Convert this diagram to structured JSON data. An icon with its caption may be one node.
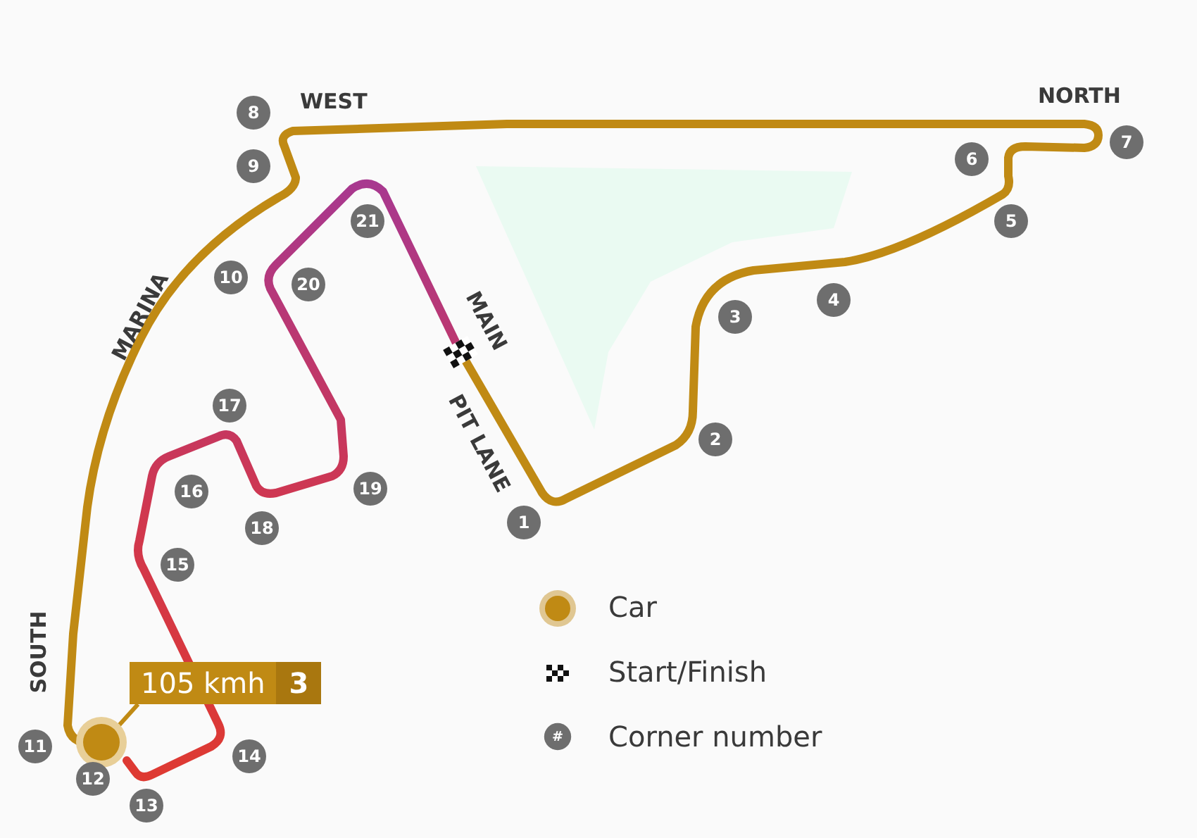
{
  "diagram": {
    "nodes": [
      {
        "text": [
          "105 kmh",
          "3"
        ]
      },
      {
        "text": [],
        "shape": "circle"
      }
    ],
    "edges": [
      {
        "from": 0,
        "to": 1,
        "arrow": "none"
      }
    ],
    "labels": [
      "WEST",
      "NORTH",
      "MARINA",
      "MAIN",
      "PIT LANE",
      "SOUTH",
      "8",
      "9",
      "7",
      "6",
      "21",
      "5",
      "10",
      "20",
      "3",
      "4",
      "17",
      "2",
      "16",
      "19",
      "1",
      "18",
      "15",
      "11",
      "14",
      "12",
      "13",
      "#"
    ],
    "legend": [
      {
        "text": "Car",
        "color": "#c08a14"
      },
      {
        "text": "Start/Finish"
      },
      {
        "text": "Corner number",
        "color": "#6e6e6e"
      }
    ]
  }
}
